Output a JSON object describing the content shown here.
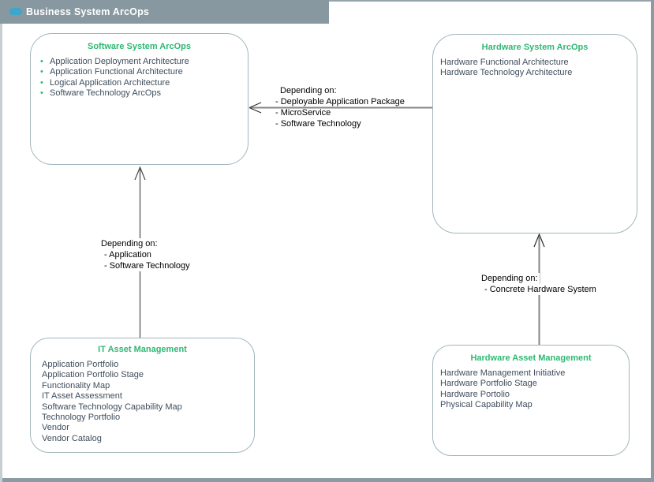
{
  "header": {
    "title": "Business System ArcOps"
  },
  "colors": {
    "accent_green": "#2eb873",
    "title_bar_gray": "#8798a1",
    "icon_teal": "#3da6c9",
    "node_border": "#a3b6bd",
    "body_text": "#3f4d5c",
    "arrow_gray": "#858585"
  },
  "boxes": [
    {
      "title": "Software System ArcOps",
      "bulleted": true,
      "items": [
        "Application Deployment Architecture",
        "Application Functional Architecture",
        "Logical Application Architecture",
        "Software Technology ArcOps"
      ]
    },
    {
      "title": "Hardware System ArcOps",
      "bulleted": false,
      "items": [
        "Hardware Functional Architecture",
        "Hardware Technology Architecture"
      ]
    },
    {
      "title": "IT Asset Management",
      "bulleted": false,
      "items": [
        "Application Portfolio",
        "Application Portfolio Stage",
        "Functionality Map",
        "IT Asset Assessment",
        "Software Technology Capability Map",
        "Technology Portfolio",
        "Vendor",
        "Vendor Catalog"
      ]
    },
    {
      "title": "Hardware Asset Management",
      "bulleted": false,
      "items": [
        "Hardware Management Initiative",
        "Hardware Portfolio Stage",
        "Hardware Portolio",
        "Physical Capability Map"
      ]
    }
  ],
  "arrows": [
    {
      "from": "Hardware System ArcOps",
      "to": "Software System ArcOps",
      "label_heading": "Depending on:",
      "label_items": [
        "- Deployable Application Package",
        "- MicroService",
        "- Software Technology"
      ]
    },
    {
      "from": "IT Asset Management",
      "to": "Software System ArcOps",
      "label_heading": "Depending on:",
      "label_items": [
        "- Application",
        "- Software Technology"
      ]
    },
    {
      "from": "Hardware Asset Management",
      "to": "Hardware System ArcOps",
      "label_heading": "Depending on:",
      "label_items": [
        "- Concrete Hardware System"
      ]
    }
  ]
}
